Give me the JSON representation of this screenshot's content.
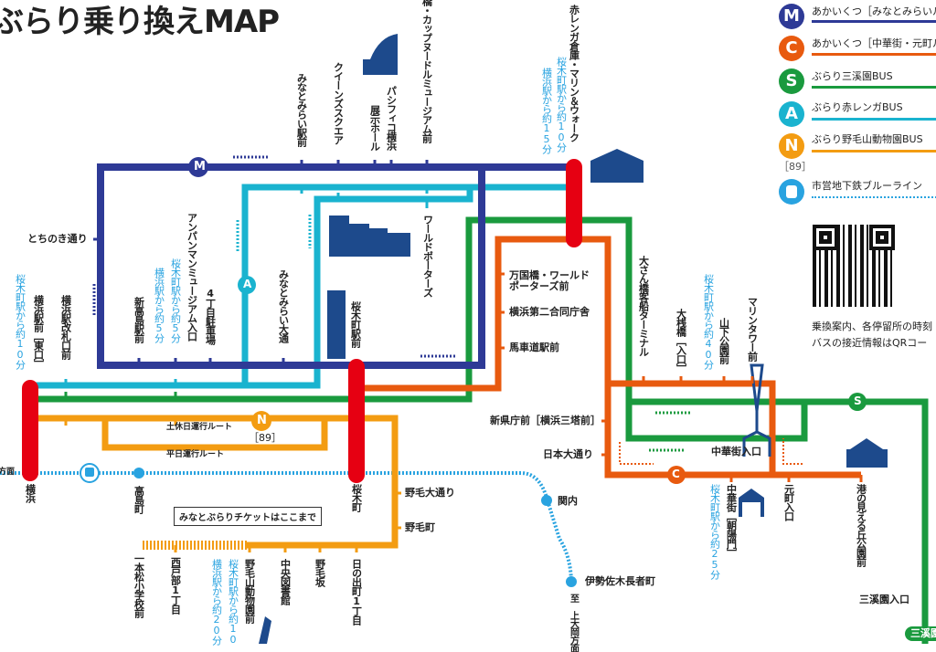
{
  "title": "ぶらり乗り換えMAP",
  "colors": {
    "M": "#2e3a96",
    "C": "#e85a0f",
    "S": "#1a9a3e",
    "A": "#1ab3cf",
    "N": "#f39c12",
    "station": "#e60012",
    "subway": "#29a3e0"
  },
  "legend": [
    {
      "badge": "M",
      "label": "あかいくつ［みなとみらいル"
    },
    {
      "badge": "C",
      "label": "あかいくつ［中華街・元町ル"
    },
    {
      "badge": "S",
      "label": "ぶらり三溪園BUS"
    },
    {
      "badge": "A",
      "label": "ぶらり赤レンガBUS"
    },
    {
      "badge": "N",
      "label": "ぶらり野毛山動物園BUS",
      "sub": "［89］"
    },
    {
      "badge": "subway-icon",
      "label": "市営地下鉄ブルーライン"
    }
  ],
  "qr_note": [
    "乗換案内、各停留所の時刻",
    "バスの接近情報はQRコー"
  ],
  "stops": {
    "minatomirai_eki": "みなとみらい駅前",
    "queens": "クイーンズスクエア",
    "tenji": "展示ホール",
    "pacifico": "パシフィコ横浜",
    "cupnoodle": "橋・カップヌードルミュージアム前",
    "akarenga": "赤レンガ倉庫・マリン＆ウォーク",
    "akarenga_t1": "桜木町駅から約10分",
    "akarenga_t2": "横浜駅から約15分",
    "worldporters": "ワールドポーターズ",
    "tochinoki": "とちのき通り",
    "shintakashima": "新高島駅前",
    "anpanman": "アンパンマンミュージアム入口",
    "anpan_t1": "桜木町駅から約5分",
    "anpan_t2": "横浜駅から約5分",
    "yonchome": "4丁目駐車場",
    "mmodori": "みなとみらい大通",
    "sakuragicho_ekimae": "桜木町駅前",
    "yokohama_higashi": "横浜駅前［東口］",
    "yokohama_kaisatsu": "横浜駅改札口前",
    "yokohama_t": "桜木町駅から約10分",
    "bankoku": "万国橋・ワールド",
    "bankoku2": "ポーターズ前",
    "daini": "横浜第二合同庁舎",
    "bashamichi": "馬車道駅前",
    "osanbashi_term": "大さん橋客船ターミナル",
    "osanbashi": "大桟橋［入口］",
    "yamashita_t": "桜木町駅から約40分",
    "yamashita": "山下公園前",
    "marinetower": "マリンタワー前",
    "shinkencho": "新県庁前［横浜三塔前］",
    "nihonodori": "日本大通り",
    "chukagai_iriguchi": "中華街入口",
    "chukagai": "中華街［朝陽門］",
    "chukagai_t": "桜木町駅から約25分",
    "motomachi": "元町入口",
    "minatonomieru": "港の見える丘公園前",
    "sankeien_iriguchi": "三溪園入口",
    "sankeien": "三溪園",
    "donichi": "土休日運行ルート",
    "n89": "［89］",
    "heijitsu": "平日運行ルート",
    "nogeodori": "野毛大通り",
    "nogecho": "野毛町",
    "callout": "みなとぶらりチケットはここまで",
    "ipponmatsu": "一本松小学校前",
    "nishitobe": "西戸部1丁目",
    "nogeyama_t1": "桜木町駅から約10",
    "nogeyama_t2": "横浜駅から約20分",
    "nogeyama": "野毛山動物園前",
    "chuotoshokan": "中央図書館",
    "nogezaka": "野毛坂",
    "hinode": "日の出町1丁目",
    "homen": "方面",
    "yokohama": "横浜",
    "takashimacho": "高島町",
    "sakuragicho": "桜木町",
    "kannai": "関内",
    "isezaki": "伊勢佐木長者町",
    "kamiooka": "至 上大岡方面"
  },
  "badges": {
    "M": "M",
    "A": "A",
    "N": "N",
    "S": "S",
    "C": "C"
  }
}
